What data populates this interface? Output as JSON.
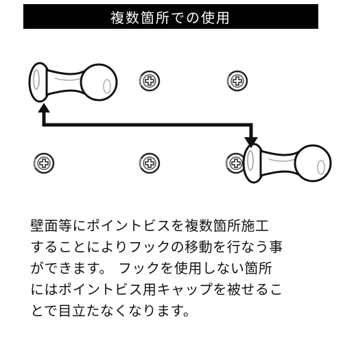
{
  "header": {
    "title": "複数箇所での使用",
    "background_color": "#000000",
    "text_color": "#ffffff"
  },
  "diagram": {
    "screw_head_icon": "screw-head-icon",
    "hook_icon": "hook-icon",
    "arrow_icon": "move-arrow-icon"
  },
  "description": {
    "lines": [
      "壁面等にポイントビスを複数箇所施工",
      "することによりフックの移動を行なう事",
      "ができます。 フックを使用しない箇所",
      "にはポイントビス用キャップを被せるこ",
      "とで目立たなくなります。"
    ]
  }
}
